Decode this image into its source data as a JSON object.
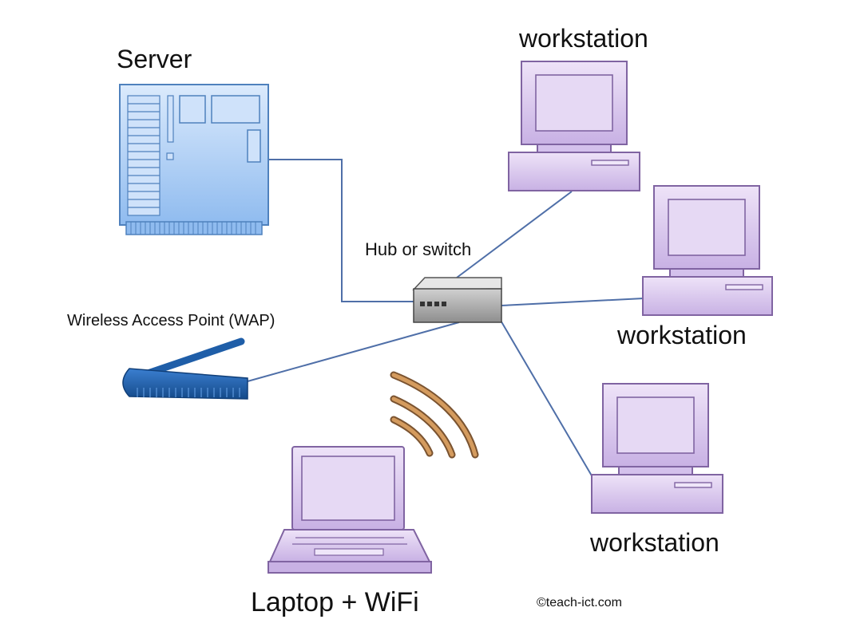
{
  "labels": {
    "server": "Server",
    "workstation_top": "workstation",
    "workstation_middle": "workstation",
    "workstation_bottom": "workstation",
    "hub": "Hub or switch",
    "wap": "Wireless Access Point (WAP)",
    "laptop": "Laptop + WiFi",
    "copyright": "©teach-ict.com"
  },
  "colors": {
    "server_fill": "#a9cdf5",
    "server_stroke": "#4f81bd",
    "workstation_fill": "#d9c6ee",
    "workstation_stroke": "#8064a2",
    "link": "#4f6fa8",
    "hub_fill": "#a6a6a6",
    "wap_fill": "#1f5ea8",
    "wifi_wave": "#c7894a"
  },
  "nodes": [
    {
      "id": "server",
      "type": "server",
      "label": "Server"
    },
    {
      "id": "hub",
      "type": "hub",
      "label": "Hub or switch"
    },
    {
      "id": "wap",
      "type": "wireless-access-point",
      "label": "Wireless Access Point (WAP)"
    },
    {
      "id": "ws1",
      "type": "workstation",
      "label": "workstation"
    },
    {
      "id": "ws2",
      "type": "workstation",
      "label": "workstation"
    },
    {
      "id": "ws3",
      "type": "workstation",
      "label": "workstation"
    },
    {
      "id": "laptop",
      "type": "laptop",
      "label": "Laptop + WiFi"
    }
  ],
  "edges": [
    {
      "from": "server",
      "to": "hub",
      "kind": "wired"
    },
    {
      "from": "wap",
      "to": "hub",
      "kind": "wired"
    },
    {
      "from": "ws1",
      "to": "hub",
      "kind": "wired"
    },
    {
      "from": "ws2",
      "to": "hub",
      "kind": "wired"
    },
    {
      "from": "ws3",
      "to": "hub",
      "kind": "wired"
    },
    {
      "from": "laptop",
      "to": "wap",
      "kind": "wireless"
    }
  ]
}
